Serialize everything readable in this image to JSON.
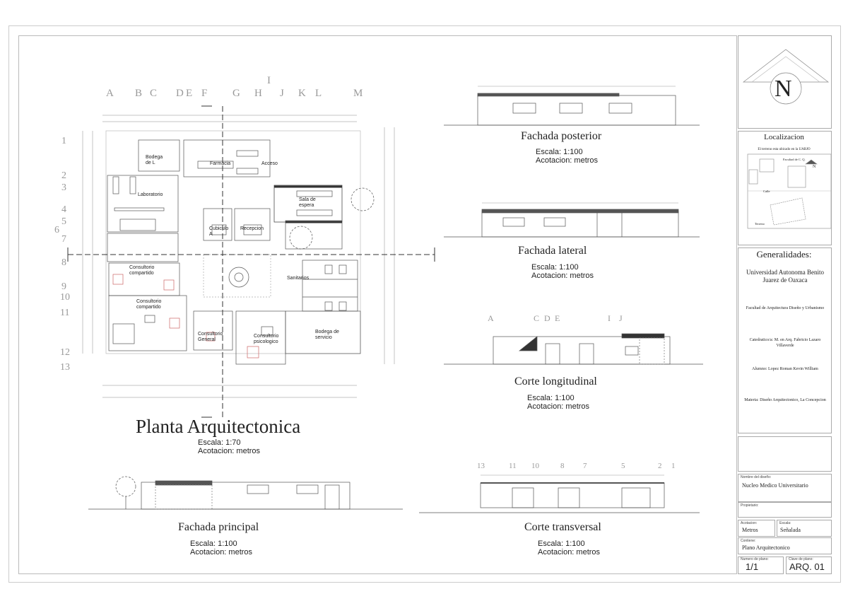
{
  "plan": {
    "title": "Planta Arquitectonica",
    "scale": "Escala: 1:70",
    "units": "Acotacion: metros",
    "grid_letters": [
      "A",
      "B",
      "C",
      "D",
      "E",
      "F",
      "G",
      "H",
      "I",
      "J",
      "K",
      "L",
      "M"
    ],
    "grid_numbers": [
      "1",
      "2",
      "3",
      "4",
      "5",
      "6",
      "7",
      "8",
      "9",
      "10",
      "11",
      "12",
      "13"
    ],
    "rooms": {
      "bodega_l": "Bodega de L",
      "farmacia": "Farmacia",
      "acceso": "Acceso",
      "laboratorio": "Laboratorio",
      "sala_espera": "Sala de espera",
      "cubiculo": "Cubiculo A",
      "recepcion": "Recepcion",
      "consultorio_compartido_1": "Consultorio compartido",
      "sanitarios": "Sanitarios",
      "consultorio_compartido_2": "Consultorio compartido",
      "consultorio_general": "Consultorio General",
      "consultorio_psicologico": "Consultorio psicologico",
      "bodega_servicio": "Bodega de servicio"
    }
  },
  "fachada_posterior": {
    "title": "Fachada posterior",
    "scale": "Escala: 1:100",
    "units": "Acotacion: metros"
  },
  "fachada_lateral": {
    "title": "Fachada lateral",
    "scale": "Escala: 1:100",
    "units": "Acotacion: metros"
  },
  "corte_longitudinal": {
    "title": "Corte longitudinal",
    "scale": "Escala: 1:100",
    "units": "Acotacion: metros",
    "axis_labels": [
      "A",
      "C",
      "D",
      "E",
      "I",
      "J"
    ]
  },
  "fachada_principal": {
    "title": "Fachada principal",
    "scale": "Escala: 1:100",
    "units": "Acotacion: metros"
  },
  "corte_transversal": {
    "title": "Corte transversal",
    "scale": "Escala: 1:100",
    "units": "Acotacion: metros",
    "axis_labels": [
      "13",
      "11",
      "10",
      "8",
      "7",
      "5",
      "2",
      "1"
    ]
  },
  "title_block": {
    "north": "N",
    "localizacion": {
      "title": "Localizacion",
      "text": "El terreno esta ubicado en la UABJO",
      "label_facultad": "Facultad de C. Q.",
      "label_calle": "Calle",
      "label_terreno": "Terreno",
      "north": "N"
    },
    "generalidades": {
      "title": "Generalidades:",
      "university": "Universidad Autonoma Benito Juarez de Oaxaca",
      "faculty": "Facultad de Arquitectura Diseño y Urbanismo",
      "catedratico": "Catedratico/a: M. en Arq. Fabricio Lazaro Villaverde",
      "alumno": "Alumno: Lopez Roman Kevin William",
      "materia": "Materia: Diseño Arquitectonico, La Concepcion"
    },
    "nombre_label": "Nombre del diseño:",
    "nombre": "Nucleo Medico Universitario",
    "propietario_label": "Propietario:",
    "acotacion_label": "Acotacion:",
    "acotacion": "Metros",
    "escala_label": "Escala:",
    "escala": "Señalada",
    "contiene_label": "Contiene:",
    "contiene": "Plano Arquitectonico",
    "numero_label": "Numero de plano:",
    "numero": "1/1",
    "clave_label": "Clave de plano:",
    "clave": "ARQ. 01"
  },
  "colors": {
    "line": "#444444",
    "roof": "#555555",
    "grid": "#999999"
  }
}
